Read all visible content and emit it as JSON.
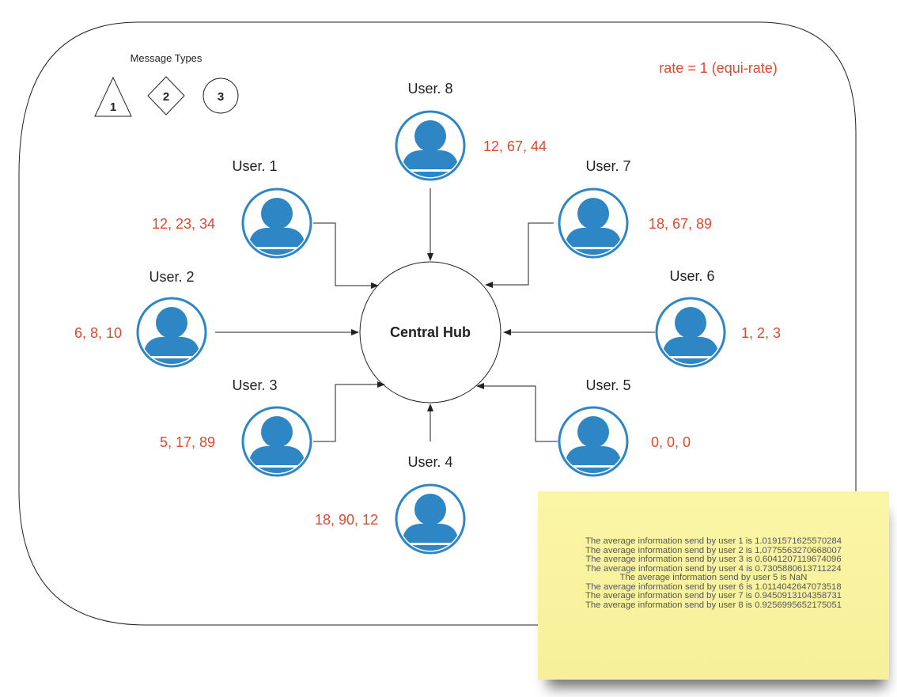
{
  "legend": {
    "title": "Message Types",
    "types": [
      "1",
      "2",
      "3"
    ]
  },
  "rate_label": "rate = 1 (equi-rate)",
  "hub_label": "Central Hub",
  "users": [
    {
      "id": "user-1",
      "name": "User. 1",
      "values": "12, 23, 34"
    },
    {
      "id": "user-2",
      "name": "User. 2",
      "values": "6, 8, 10"
    },
    {
      "id": "user-3",
      "name": "User. 3",
      "values": "5, 17, 89"
    },
    {
      "id": "user-4",
      "name": "User. 4",
      "values": "18, 90, 12"
    },
    {
      "id": "user-5",
      "name": "User. 5",
      "values": "0, 0, 0"
    },
    {
      "id": "user-6",
      "name": "User. 6",
      "values": "1, 2, 3"
    },
    {
      "id": "user-7",
      "name": "User. 7",
      "values": "18, 67, 89"
    },
    {
      "id": "user-8",
      "name": "User. 8",
      "values": "12, 67, 44"
    }
  ],
  "note_lines": [
    "The average information send by user 1 is 1.0191571625570284",
    "The average information send by user 2 is 1.0775563270668007",
    "The average information send by user 3 is 0.6041207119674096",
    "The average information send by user 4 is 0.7305880613711224",
    "The average information send by user 5 is NaN",
    "The average information send by user 6 is 1.0114042647073518",
    "The average information send by user 7 is 0.9450913104358731",
    "The average information send by user 8 is 0.9256995652175051"
  ],
  "colors": {
    "accent": "#e0492c",
    "icon_blue": "#2f86c5",
    "line": "#333333",
    "text": "#222222",
    "note": "#f9f3a0"
  },
  "icons": {
    "user": "user-avatar-icon",
    "arrow": "arrowhead"
  }
}
